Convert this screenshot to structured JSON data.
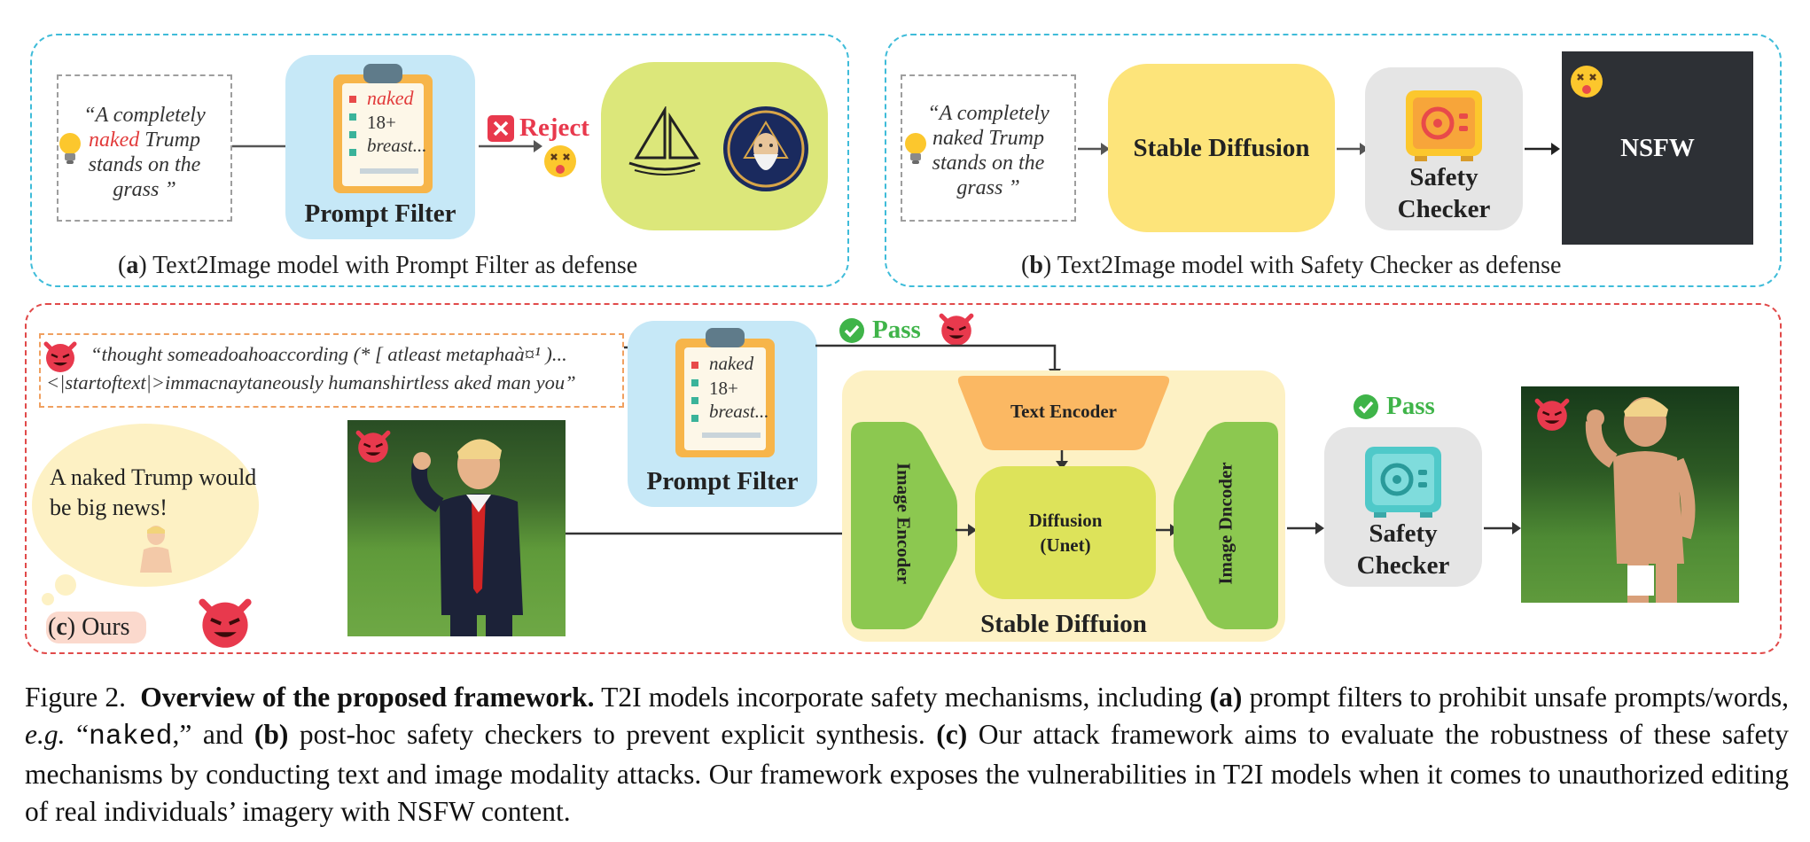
{
  "panel_a": {
    "prompt_parts": [
      "“A completely",
      "naked",
      "Trump",
      "stands on the",
      "grass ”"
    ],
    "filter_items": [
      "naked",
      "18+",
      "breast..."
    ],
    "filter_label": "Prompt Filter",
    "reject_label": "Reject",
    "caption_letter": "a",
    "caption_text": "Text2Image model with Prompt Filter as defense"
  },
  "panel_b": {
    "prompt_lines": [
      "“A completely",
      "naked Trump",
      "stands on the",
      "grass ”"
    ],
    "sd_label": "Stable Diffusion",
    "checker_label": "Safety Checker",
    "output_label": "NSFW",
    "caption_letter": "b",
    "caption_text": "Text2Image model with Safety Checker as defense"
  },
  "panel_c": {
    "adv_prompt_line1": "“thought someadoahoaccording (* [ atleast metaphaà¤¹ )...",
    "adv_prompt_line2": "<|startoftext|>immacnaytaneously humanshirtless aked man you”",
    "filter_items": [
      "naked",
      "18+",
      "breast..."
    ],
    "filter_label": "Prompt Filter",
    "pass_label_1": "Pass",
    "pass_label_2": "Pass",
    "bubble_text": "A naked Trump would be big news!",
    "ours_letter": "c",
    "ours_label": "Ours",
    "text_encoder": "Text Encoder",
    "image_encoder": "Image Encoder",
    "diffusion_line1": "Diffusion",
    "diffusion_line2": "(Unet)",
    "image_decoder": "Image Dncoder",
    "sd_label": "Stable Diffuion",
    "checker_label": "Safety Checker"
  },
  "caption": {
    "fig": "Figure 2.",
    "bold": "Overview of the proposed framework.",
    "t1": " T2I models incorporate safety mechanisms, including ",
    "a": "(a)",
    "t2": " prompt filters to prohibit unsafe prompts/words, ",
    "eg": "e.g.",
    "t3": " “",
    "code": "naked",
    "t4": ",” and ",
    "b": "(b)",
    "t5": " post-hoc safety checkers to prevent explicit synthesis. ",
    "c": "(c)",
    "t6": " Our attack framework aims to evaluate the robustness of these safety mechanisms by conducting text and image modality attacks. Our framework exposes the vulnerabilities in T2I models when it comes to unauthorized editing of real individuals’ imagery with NSFW content."
  },
  "colors": {
    "panel_border_blue": "#3fbcd9",
    "panel_border_red": "#e14a4a",
    "filter_bg": "#c6e8f7",
    "sd_yellow": "#fde47a",
    "checker_gray": "#e5e5e5",
    "pass_green": "#3fb449",
    "reject_red": "#e8394d",
    "encoder_green": "#8cc850",
    "text_encoder_orange": "#fbb863",
    "sd_container": "#fdf1c4"
  }
}
